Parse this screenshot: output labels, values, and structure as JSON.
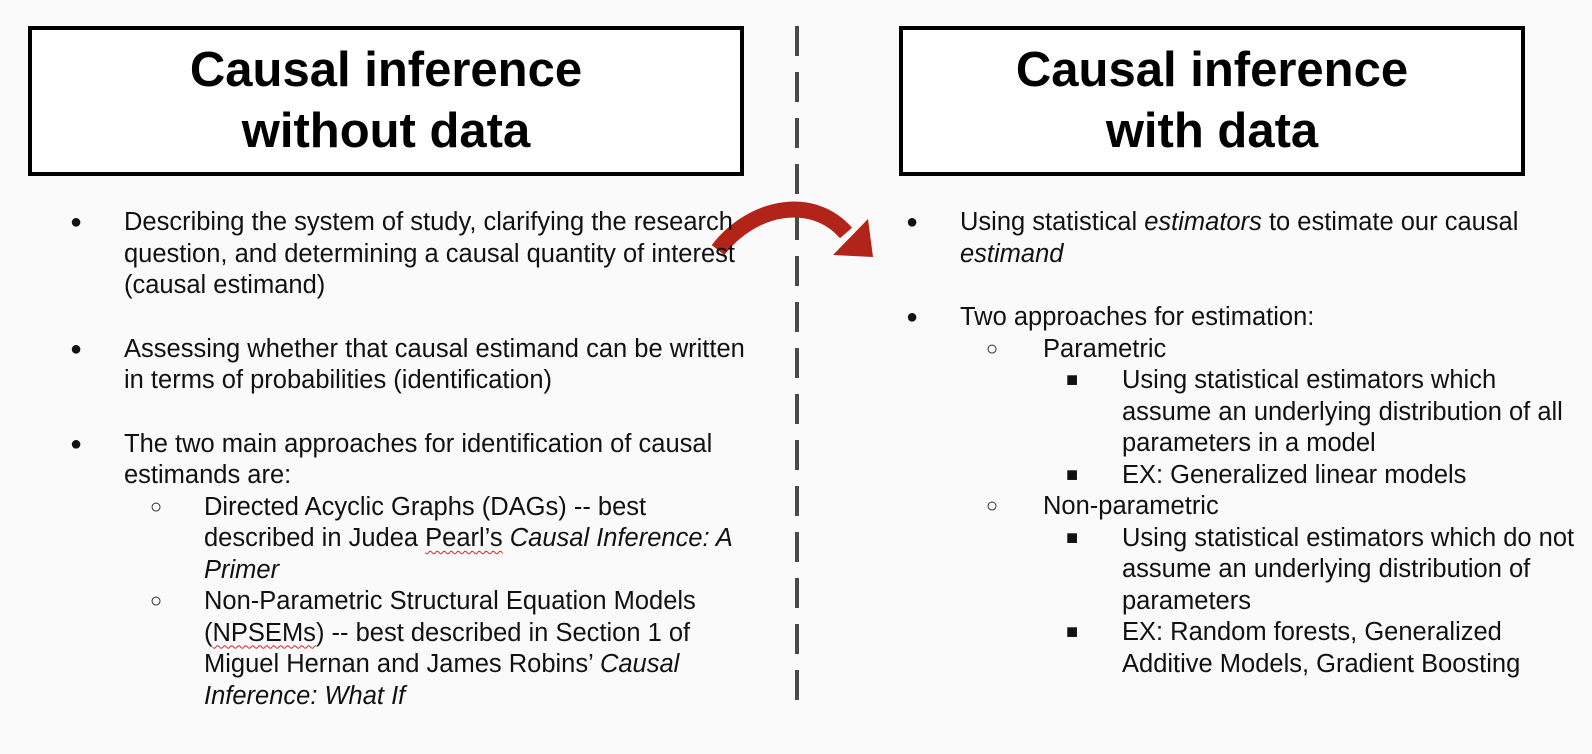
{
  "left": {
    "title_line1": "Causal inference",
    "title_line2": "without data",
    "bullets": [
      "Describing the system of study, clarifying the research question, and determining a causal quantity of interest (causal estimand)",
      "Assessing whether that causal estimand can be written in terms of probabilities (identification)",
      "The two main approaches for identification of causal estimands are:"
    ],
    "sub": {
      "dag_a": "Directed Acyclic Graphs (DAGs) -- best described in Judea ",
      "dag_b": "Pearl’s",
      "dag_c": " ",
      "dag_book": "Causal Inference: A Primer",
      "np_a": "Non-Parametric Structural Equation Models (",
      "np_b": "NPSEMs",
      "np_c": ") -- best described in Section 1 of Miguel Hernan and James Robins’ ",
      "np_book": "Causal Inference: What If"
    }
  },
  "right": {
    "title_line1": "Causal inference",
    "title_line2": "with data",
    "b1_a": "Using statistical ",
    "b1_b": "estimators",
    "b1_c": " to estimate our causal ",
    "b1_d": "estimand",
    "b2": "Two approaches for estimation:",
    "parametric": {
      "label": "Parametric",
      "items": [
        "Using statistical estimators which assume an underlying distribution of all parameters in a model",
        "EX: Generalized linear models"
      ]
    },
    "nonparametric": {
      "label": "Non-parametric",
      "items": [
        "Using statistical estimators which do not assume an underlying distribution of parameters",
        "EX: Random forests, Generalized Additive Models, Gradient Boosting"
      ]
    }
  },
  "glyphs": {
    "disc": "●",
    "circle": "○",
    "square": "■"
  },
  "colors": {
    "arrow": "#b22418",
    "divider": "#4a4a4a"
  }
}
